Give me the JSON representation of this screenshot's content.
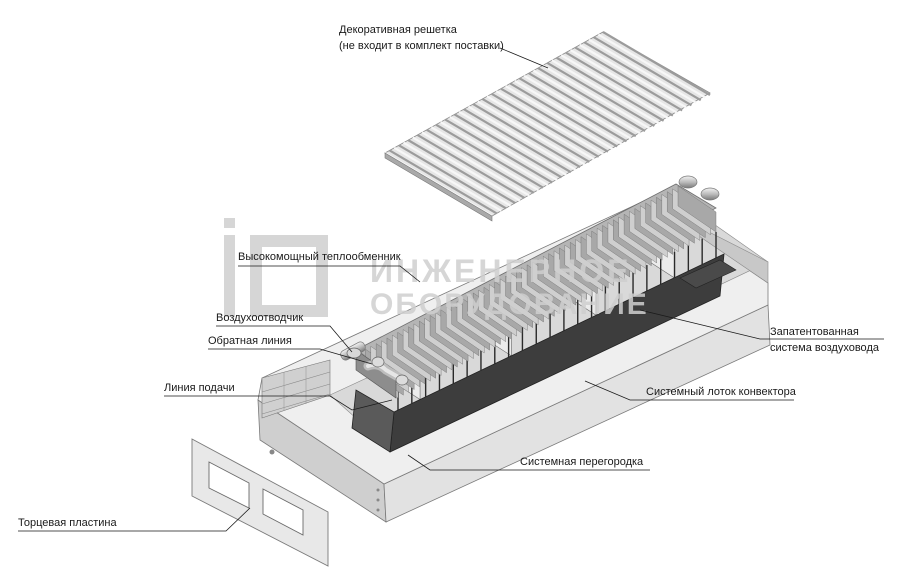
{
  "labels": {
    "grille": "Декоративная решетка",
    "grille_note": "(не входит в комплект поставки)",
    "heat_exchanger": "Высокомощный теплообменник",
    "air_vent": "Воздухоотводчик",
    "return_line": "Обратная линия",
    "supply_line": "Линия подачи",
    "airduct_1": "Запатентованная",
    "airduct_2": "система воздуховода",
    "tray": "Системный лоток конвектора",
    "partition": "Системная перегородка",
    "end_plate": "Торцевая пластина"
  },
  "watermark": {
    "line1": "ИНЖЕНЕРНОЕ",
    "line2": "ОБОРУДОВАНИЕ",
    "logo_icon": "io-logo-icon"
  },
  "colors": {
    "metal_light": "#e4e4e4",
    "metal_mid": "#bdbdbd",
    "metal_dark": "#6f6f6f",
    "partition_dark": "#3d3d3d",
    "leader_line": "#1a1a1a",
    "watermark": "#cfcfcf"
  }
}
